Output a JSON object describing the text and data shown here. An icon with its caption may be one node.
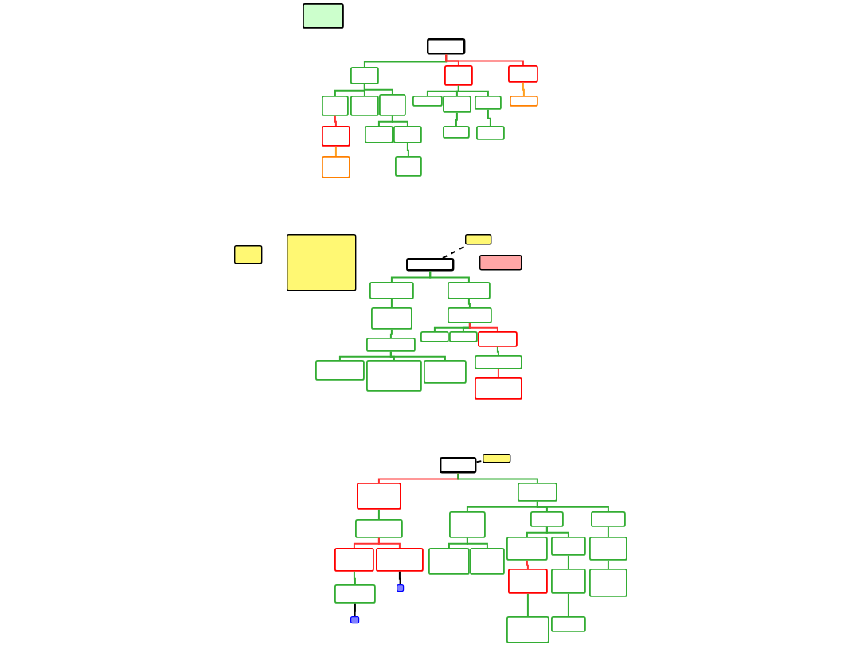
{
  "diagram": {
    "nodes": [
      {
        "text": [],
        "shape": "box"
      },
      {
        "text": [],
        "shape": "box"
      },
      {
        "text": [],
        "shape": "box"
      },
      {
        "text": [],
        "shape": "box"
      },
      {
        "text": [],
        "shape": "box"
      },
      {
        "text": [],
        "shape": "box"
      },
      {
        "text": [],
        "shape": "box"
      },
      {
        "text": [],
        "shape": "box"
      },
      {
        "text": [],
        "shape": "box"
      },
      {
        "text": [],
        "shape": "box"
      },
      {
        "text": [],
        "shape": "box"
      },
      {
        "text": [],
        "shape": "box"
      },
      {
        "text": [],
        "shape": "box"
      },
      {
        "text": [],
        "shape": "box"
      },
      {
        "text": [],
        "shape": "box"
      },
      {
        "text": [],
        "shape": "box"
      },
      {
        "text": [],
        "shape": "box"
      },
      {
        "text": [],
        "shape": "box"
      },
      {
        "text": [],
        "shape": "box"
      },
      {
        "text": [],
        "shape": "box"
      },
      {
        "text": [],
        "shape": "box"
      },
      {
        "text": [],
        "shape": "box"
      },
      {
        "text": [],
        "shape": "box"
      },
      {
        "text": [],
        "shape": "box"
      },
      {
        "text": [],
        "shape": "box"
      },
      {
        "text": [],
        "shape": "box"
      },
      {
        "text": [],
        "shape": "box"
      },
      {
        "text": [],
        "shape": "box"
      },
      {
        "text": [],
        "shape": "box"
      },
      {
        "text": [],
        "shape": "box"
      },
      {
        "text": [],
        "shape": "box"
      },
      {
        "text": [],
        "shape": "box"
      },
      {
        "text": [],
        "shape": "box"
      },
      {
        "text": [],
        "shape": "box"
      },
      {
        "text": [],
        "shape": "box"
      },
      {
        "text": [],
        "shape": "box"
      },
      {
        "text": [],
        "shape": "box"
      },
      {
        "text": [],
        "shape": "box"
      },
      {
        "text": [],
        "shape": "box"
      },
      {
        "text": [],
        "shape": "box"
      },
      {
        "text": [],
        "shape": "box"
      },
      {
        "text": [],
        "shape": "box"
      },
      {
        "text": [],
        "shape": "box"
      },
      {
        "text": [],
        "shape": "box"
      },
      {
        "text": [],
        "shape": "box"
      },
      {
        "text": [],
        "shape": "box"
      },
      {
        "text": [],
        "shape": "box"
      },
      {
        "text": [],
        "shape": "box"
      },
      {
        "text": [],
        "shape": "box"
      },
      {
        "text": [],
        "shape": "box"
      },
      {
        "text": [],
        "shape": "box"
      },
      {
        "text": [],
        "shape": "box"
      },
      {
        "text": [],
        "shape": "box"
      },
      {
        "text": [],
        "shape": "box"
      },
      {
        "text": [],
        "shape": "box"
      },
      {
        "text": [],
        "shape": "box"
      },
      {
        "text": [],
        "shape": "box"
      },
      {
        "text": [],
        "shape": "box"
      },
      {
        "text": [],
        "shape": "box"
      },
      {
        "text": [],
        "shape": "box"
      }
    ],
    "edges": [
      {
        "from": 1,
        "to": 2,
        "arrow": "none"
      },
      {
        "from": 1,
        "to": 3,
        "arrow": "none",
        "color": "#ff3030"
      },
      {
        "from": 1,
        "to": 4,
        "arrow": "none",
        "color": "#ff3030"
      },
      {
        "from": 2,
        "to": 5,
        "arrow": "none"
      },
      {
        "from": 2,
        "to": 6,
        "arrow": "none"
      },
      {
        "from": 2,
        "to": 7,
        "arrow": "none"
      },
      {
        "from": 3,
        "to": 8,
        "arrow": "none"
      },
      {
        "from": 3,
        "to": 9,
        "arrow": "none"
      },
      {
        "from": 3,
        "to": 10,
        "arrow": "none"
      },
      {
        "from": 4,
        "to": 11,
        "arrow": "none",
        "color": "#ffa020"
      },
      {
        "from": 5,
        "to": 12,
        "arrow": "none",
        "color": "#ff3030"
      },
      {
        "from": 12,
        "to": 17,
        "arrow": "none",
        "color": "#ffa020"
      },
      {
        "from": 7,
        "to": 13,
        "arrow": "none"
      },
      {
        "from": 7,
        "to": 14,
        "arrow": "none"
      },
      {
        "from": 14,
        "to": 18,
        "arrow": "none"
      },
      {
        "from": 9,
        "to": 15,
        "arrow": "none"
      },
      {
        "from": 10,
        "to": 16,
        "arrow": "none"
      },
      {
        "from": 22,
        "to": 21,
        "arrow": "none",
        "style": "dashed",
        "color": "#000000"
      },
      {
        "from": 22,
        "to": 24,
        "arrow": "none"
      },
      {
        "from": 22,
        "to": 25,
        "arrow": "none"
      },
      {
        "from": 24,
        "to": 26,
        "arrow": "none"
      },
      {
        "from": 26,
        "to": 31,
        "arrow": "none"
      },
      {
        "from": 31,
        "to": 32,
        "arrow": "none"
      },
      {
        "from": 31,
        "to": 33,
        "arrow": "none"
      },
      {
        "from": 31,
        "to": 34,
        "arrow": "none"
      },
      {
        "from": 25,
        "to": 27,
        "arrow": "none"
      },
      {
        "from": 27,
        "to": 28,
        "arrow": "none"
      },
      {
        "from": 27,
        "to": 29,
        "arrow": "none"
      },
      {
        "from": 27,
        "to": 30,
        "arrow": "none",
        "color": "#ff3030"
      },
      {
        "from": 30,
        "to": 35,
        "arrow": "none"
      },
      {
        "from": 35,
        "to": 36,
        "arrow": "none",
        "color": "#ff3030"
      },
      {
        "from": 38,
        "to": 37,
        "arrow": "none",
        "style": "dashed",
        "color": "#000000"
      },
      {
        "from": 38,
        "to": 39,
        "arrow": "none",
        "color": "#ff3030"
      },
      {
        "from": 38,
        "to": 40,
        "arrow": "none"
      },
      {
        "from": 39,
        "to": 44,
        "arrow": "none"
      },
      {
        "from": 44,
        "to": 45,
        "arrow": "none",
        "color": "#ff3030"
      },
      {
        "from": 44,
        "to": 46,
        "arrow": "none",
        "color": "#ff3030"
      },
      {
        "from": 45,
        "to": 55,
        "arrow": "none"
      },
      {
        "from": 46,
        "to": 56,
        "arrow": "none",
        "color": "#000000"
      },
      {
        "from": 55,
        "to": 57,
        "arrow": "none",
        "color": "#000000"
      },
      {
        "from": 40,
        "to": 41,
        "arrow": "none"
      },
      {
        "from": 40,
        "to": 42,
        "arrow": "none"
      },
      {
        "from": 40,
        "to": 43,
        "arrow": "none"
      },
      {
        "from": 41,
        "to": 47,
        "arrow": "none"
      },
      {
        "from": 41,
        "to": 48,
        "arrow": "none"
      },
      {
        "from": 42,
        "to": 49,
        "arrow": "none"
      },
      {
        "from": 42,
        "to": 50,
        "arrow": "none"
      },
      {
        "from": 43,
        "to": 51,
        "arrow": "none"
      },
      {
        "from": 49,
        "to": 52,
        "arrow": "none",
        "color": "#ff3030"
      },
      {
        "from": 50,
        "to": 53,
        "arrow": "none"
      },
      {
        "from": 51,
        "to": 54,
        "arrow": "none"
      },
      {
        "from": 52,
        "to": 58,
        "arrow": "none"
      },
      {
        "from": 53,
        "to": 59,
        "arrow": "none"
      }
    ]
  }
}
